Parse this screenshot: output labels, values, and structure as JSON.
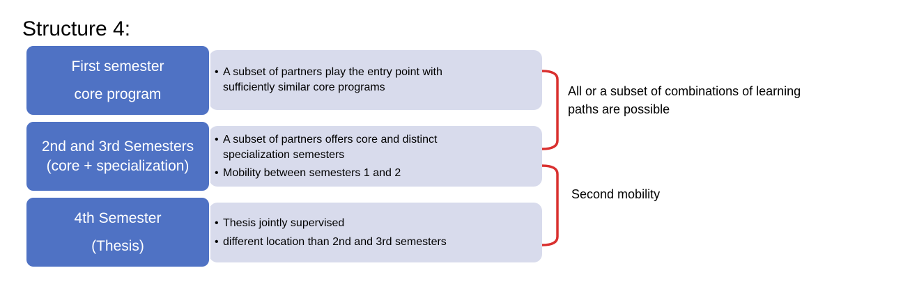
{
  "title": "Structure 4:",
  "rows": [
    {
      "label_lines": [
        "First semester",
        "core program"
      ],
      "bullets": [
        "A subset of partners play the entry point with sufficiently similar core programs"
      ],
      "bullet_lines": [
        [
          "A subset of partners play the entry point with",
          "sufficiently similar core programs"
        ]
      ]
    },
    {
      "label_lines": [
        "2nd and 3rd Semesters",
        "(core + specialization)"
      ],
      "bullet_lines": [
        [
          "A subset of partners offers core and distinct",
          "specialization semesters"
        ],
        [
          "Mobility between semesters 1 and 2"
        ]
      ]
    },
    {
      "label_lines": [
        "4th Semester",
        "(Thesis)"
      ],
      "bullet_lines": [
        [
          "Thesis jointly supervised"
        ],
        [
          "different location than 2nd and 3rd semesters"
        ]
      ]
    }
  ],
  "annotations": [
    {
      "lines": [
        "All or a subset of combinations of learning",
        "paths are possible"
      ],
      "color": "#000000"
    },
    {
      "lines": [
        "Second mobility"
      ],
      "color": "#000000"
    }
  ],
  "colors": {
    "blue_box": "#4f72c4",
    "grey_box": "#d8dbec",
    "bracket": "#d9302f"
  }
}
